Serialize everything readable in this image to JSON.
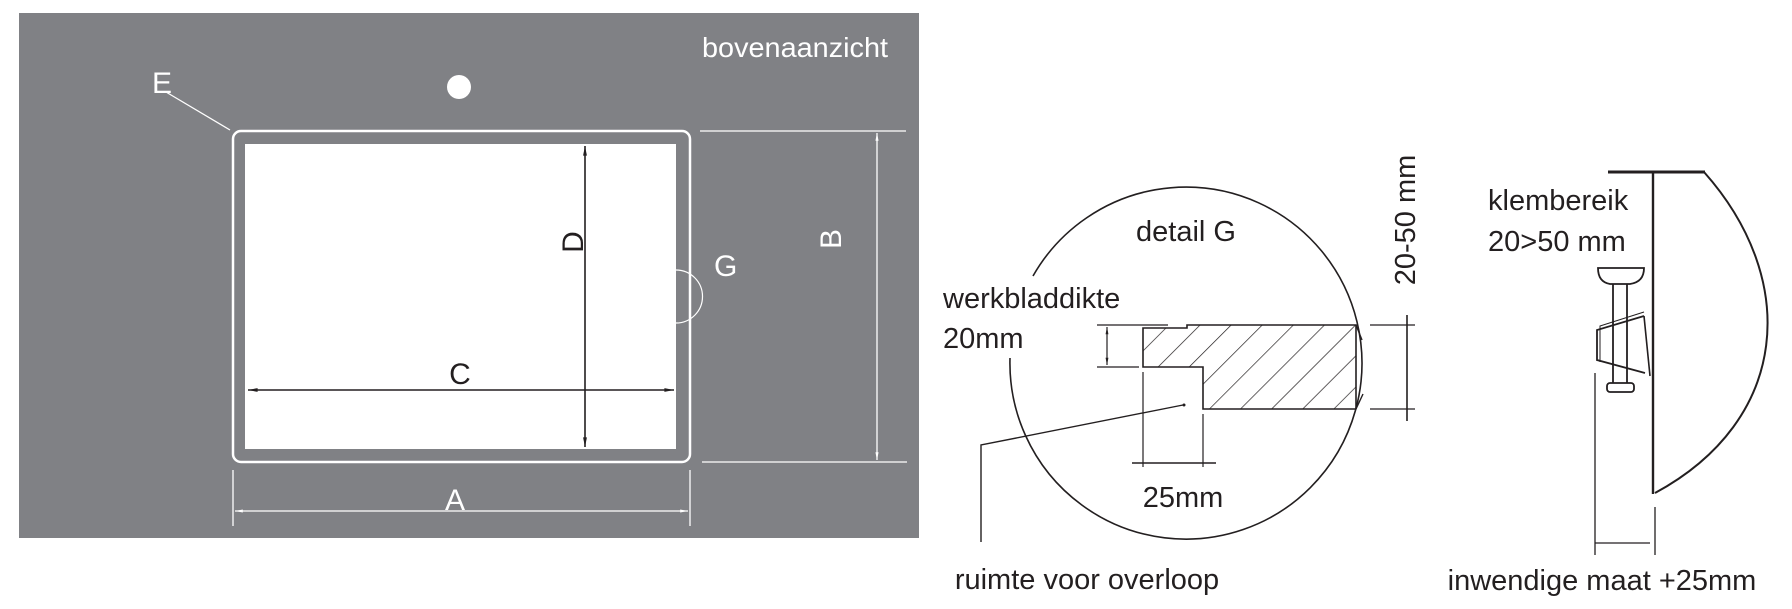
{
  "colors": {
    "panel": "#808185",
    "panel_lines": "#ffffff",
    "ink": "#231f20",
    "sink_fill": "#ffffff"
  },
  "top_view": {
    "title": "bovenaanzicht",
    "labels": {
      "E": "E",
      "A": "A",
      "B": "B",
      "C": "C",
      "D": "D",
      "G": "G"
    }
  },
  "detail": {
    "title": "detail G",
    "thickness_label_line1": "werkbladdikte",
    "thickness_label_line2": "20mm",
    "range_label": "20-50 mm",
    "offset_label": "25mm",
    "overflow_label": "ruimte voor overloop"
  },
  "clamp": {
    "range_label_line1": "klembereik",
    "range_label_line2": "20>50 mm",
    "inner_size_label": "inwendige maat +25mm"
  }
}
